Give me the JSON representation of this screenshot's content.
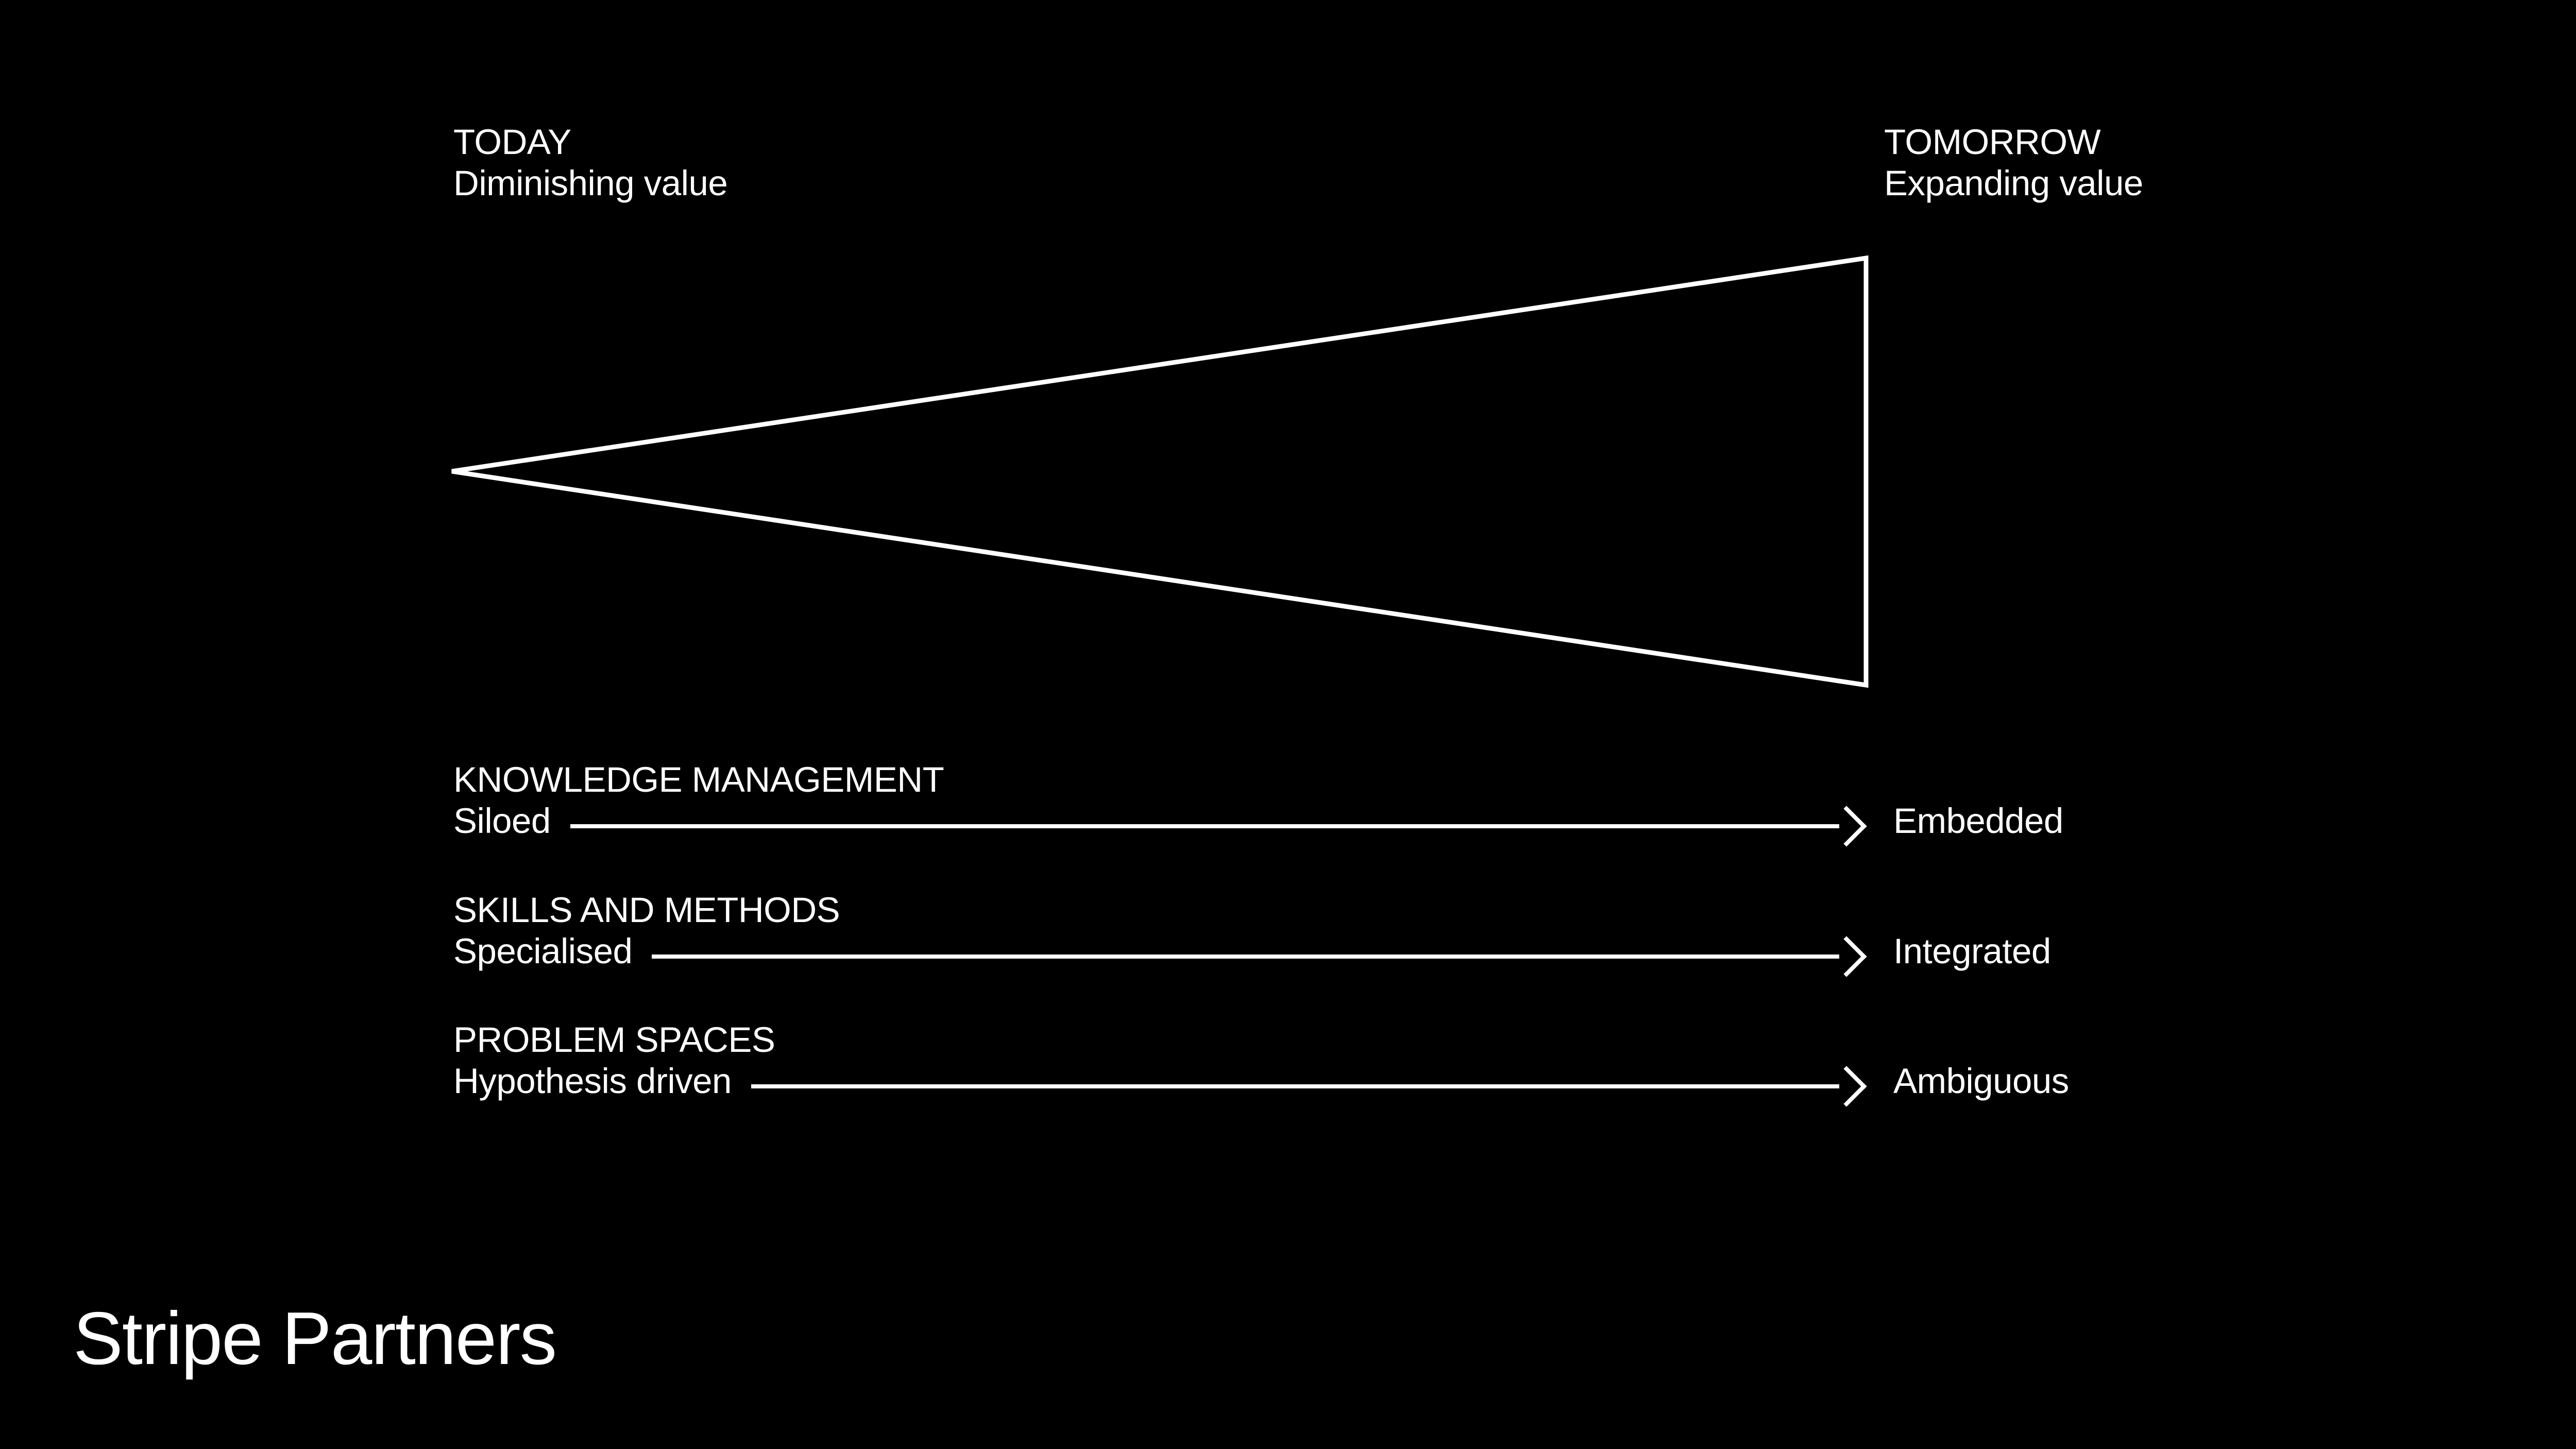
{
  "colors": {
    "background": "#000000",
    "foreground": "#ffffff"
  },
  "header": {
    "today": {
      "title": "TODAY",
      "subtitle": "Diminishing value"
    },
    "tomorrow": {
      "title": "TOMORROW",
      "subtitle": "Expanding value"
    }
  },
  "funnel": {
    "shape": "outlined-triangle",
    "direction": "narrows-from-right-to-left"
  },
  "rows": [
    {
      "title": "KNOWLEDGE MANAGEMENT",
      "from": "Siloed",
      "to": "Embedded"
    },
    {
      "title": "SKILLS AND METHODS",
      "from": "Specialised",
      "to": "Integrated"
    },
    {
      "title": "PROBLEM SPACES",
      "from": "Hypothesis driven",
      "to": "Ambiguous"
    }
  ],
  "footer": {
    "logo": "Stripe Partners"
  }
}
